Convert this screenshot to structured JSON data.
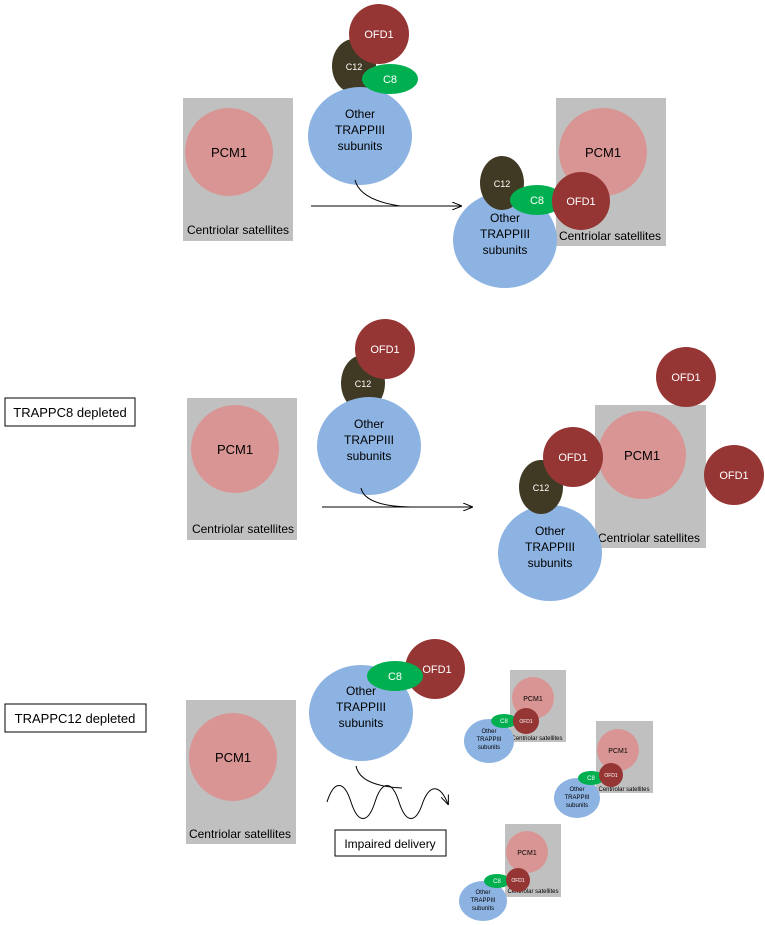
{
  "labels": {
    "pcm1": "PCM1",
    "ofd1": "OFD1",
    "c12": "C12",
    "c8": "C8",
    "other_line1": "Other",
    "other_line2": "TRAPPIII",
    "other_line3": "subunits",
    "satellites": "Centriolar satellites",
    "impaired": "Impaired delivery"
  },
  "conditions": {
    "trappc8": "TRAPPC8 depleted",
    "trappc12": "TRAPPC12 depleted"
  },
  "colors": {
    "satellite_box": "#c0c0c0",
    "pcm1": "#d99594",
    "ofd1": "#963634",
    "c12": "#403a24",
    "c8": "#00b050",
    "other": "#8db3e2"
  }
}
